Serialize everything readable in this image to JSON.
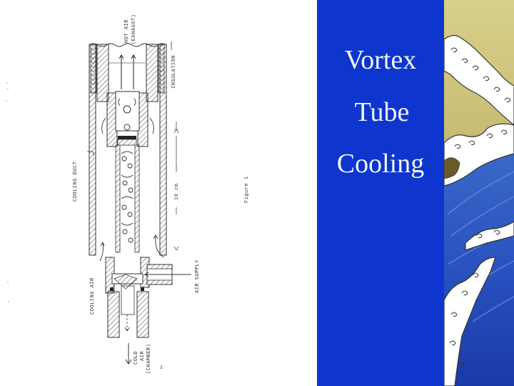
{
  "slide": {
    "title_lines": [
      "Vortex",
      "Tube",
      "Cooling"
    ],
    "colors": {
      "title_panel_bg": "#0f35cf",
      "title_text": "#eef6f6",
      "wave_sky_top": "#d8d08a",
      "wave_sky_bottom": "#8a7a3a",
      "wave_sea": "#3a6ac8",
      "wave_sea_dark": "#1a3aa8",
      "wave_foam": "#ffffff"
    }
  },
  "diagram": {
    "labels": {
      "hot_air": "HOT AIR",
      "exhaust": "(EXHAUST)",
      "insulation": "INSULATION",
      "cooling_duct": "COOLING DUCT",
      "scale": "10 cm",
      "figure": "Figure 1",
      "air_supply": "AIR SUPPLY",
      "cooling_air": "COOLING AIR",
      "cold": "COLD",
      "air": "AIR",
      "chamber": "(CHAMBER)",
      "page_mark": "3"
    }
  }
}
